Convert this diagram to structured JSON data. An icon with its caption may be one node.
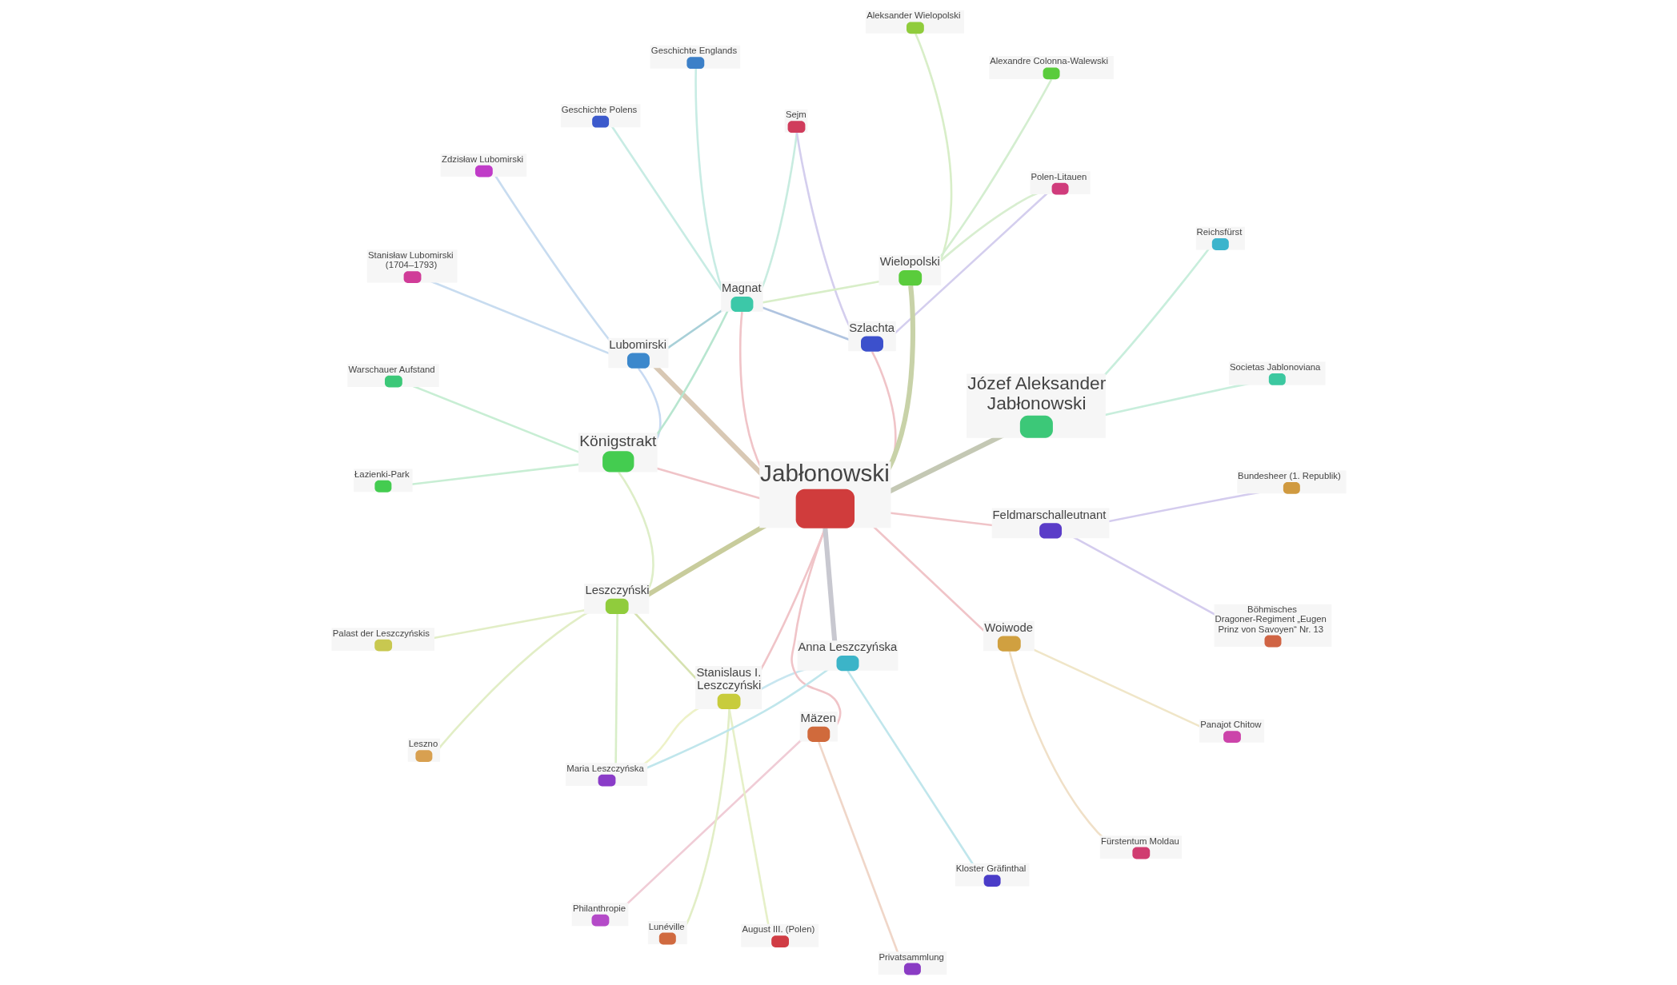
{
  "diagram": {
    "nodes": [
      {
        "text": [
          "Philanthropie"
        ]
      },
      {
        "text": [
          "Panajot Chitow"
        ]
      },
      {
        "text": [
          "Privatsammlung"
        ]
      },
      {
        "text": [
          "Fürstentum Moldau"
        ]
      },
      {
        "text": [
          "August III. (Polen)"
        ]
      },
      {
        "text": [
          "Bundesheer (1. Republik)"
        ]
      },
      {
        "text": [
          "Lunéville"
        ]
      },
      {
        "text": [
          "Böhmisches Dragoner-Regiment „Eugen Prinz von Savoyen“ Nr. 13"
        ]
      },
      {
        "text": [
          "Woiwode"
        ]
      },
      {
        "text": [
          "Mäzen"
        ]
      },
      {
        "text": [
          "Leszno"
        ]
      },
      {
        "text": [
          "Stanislaus I. Leszczyński"
        ]
      },
      {
        "text": [
          "Sejm"
        ]
      },
      {
        "text": [
          "Feldmarschalleutnant"
        ]
      },
      {
        "text": [
          "Palast der Leszczyńskis"
        ]
      },
      {
        "text": [
          "Leszczyński"
        ]
      },
      {
        "text": [
          "Polen-Litauen"
        ]
      },
      {
        "text": [
          "Szlachta"
        ]
      },
      {
        "text": [
          "Aleksander Wielopolski"
        ]
      },
      {
        "text": [
          "Jabłonowski"
        ]
      },
      {
        "text": [
          "Stanisław Lubomirski (1704–1793)"
        ]
      },
      {
        "text": [
          "Wielopolski"
        ]
      },
      {
        "text": [
          "Lubomirski"
        ]
      },
      {
        "text": [
          "Alexandre Colonna-Walewski"
        ]
      },
      {
        "text": [
          "Zdzisław Lubomirski"
        ]
      },
      {
        "text": [
          "Anna Leszczyńska"
        ]
      },
      {
        "text": [
          "Königstrakt"
        ]
      },
      {
        "text": [
          "Maria Leszczyńska"
        ]
      },
      {
        "text": [
          "Łazienki-Park"
        ]
      },
      {
        "text": [
          "Magnat"
        ]
      },
      {
        "text": [
          "Józef Aleksander Jabłonowski"
        ]
      },
      {
        "text": [
          "Kloster Gräfinthal"
        ]
      },
      {
        "text": [
          "Warschauer Aufstand"
        ]
      },
      {
        "text": [
          "Geschichte Polens"
        ]
      },
      {
        "text": [
          "Societas Jablonoviana"
        ]
      },
      {
        "text": [
          "Geschichte Englands"
        ]
      },
      {
        "text": [
          "Reichsfürst"
        ]
      }
    ],
    "edges": [
      {
        "from": 19,
        "to": 13,
        "arrow": "none",
        "color": "#f0c4c8"
      },
      {
        "from": 19,
        "to": 9,
        "arrow": "none",
        "color": "#f0c4c8"
      },
      {
        "from": 19,
        "to": 8,
        "arrow": "none",
        "color": "#f0c4c8"
      },
      {
        "from": 19,
        "to": 11,
        "arrow": "none",
        "color": "#f0c4c8"
      },
      {
        "from": 19,
        "to": 17,
        "arrow": "none",
        "color": "#f0c4c8"
      },
      {
        "from": 19,
        "to": 22,
        "arrow": "none",
        "style": "thick",
        "color": "#d8c8b4"
      },
      {
        "from": 19,
        "to": 15,
        "arrow": "none",
        "style": "thick",
        "color": "#c8cc9c"
      },
      {
        "from": 19,
        "to": 21,
        "arrow": "none",
        "style": "thick",
        "color": "#c8d2a8"
      },
      {
        "from": 19,
        "to": 26,
        "arrow": "none",
        "color": "#f0c4c8"
      },
      {
        "from": 19,
        "to": 30,
        "arrow": "none",
        "style": "thick",
        "color": "#c4c8b4"
      },
      {
        "from": 19,
        "to": 29,
        "arrow": "none",
        "color": "#f0c4c8"
      },
      {
        "from": 19,
        "to": 25,
        "arrow": "none",
        "style": "thick",
        "color": "#c8c8d0"
      },
      {
        "from": 13,
        "to": 5,
        "arrow": "none",
        "color": "#d4ccee"
      },
      {
        "from": 13,
        "to": 7,
        "arrow": "none",
        "color": "#d4ccee"
      },
      {
        "from": 9,
        "to": 2,
        "arrow": "none",
        "color": "#f0d6c8"
      },
      {
        "from": 9,
        "to": 0,
        "arrow": "none",
        "color": "#f0ccd6"
      },
      {
        "from": 8,
        "to": 1,
        "arrow": "none",
        "color": "#f0e6c8"
      },
      {
        "from": 8,
        "to": 3,
        "arrow": "none",
        "color": "#f0e0c8"
      },
      {
        "from": 11,
        "to": 4,
        "arrow": "none",
        "color": "#e6f0c8"
      },
      {
        "from": 11,
        "to": 6,
        "arrow": "none",
        "color": "#e2eec6"
      },
      {
        "from": 11,
        "to": 15,
        "arrow": "none",
        "color": "#d6e2b0"
      },
      {
        "from": 11,
        "to": 27,
        "arrow": "none",
        "color": "#eef2c8"
      },
      {
        "from": 11,
        "to": 25,
        "arrow": "none",
        "color": "#c8e6f0"
      },
      {
        "from": 15,
        "to": 10,
        "arrow": "none",
        "color": "#e2eec6"
      },
      {
        "from": 15,
        "to": 14,
        "arrow": "none",
        "color": "#e2eec6"
      },
      {
        "from": 15,
        "to": 26,
        "arrow": "none",
        "color": "#deeec8"
      },
      {
        "from": 15,
        "to": 27,
        "arrow": "none",
        "color": "#d8eec8"
      },
      {
        "from": 17,
        "to": 12,
        "arrow": "none",
        "color": "#d4ceee"
      },
      {
        "from": 17,
        "to": 16,
        "arrow": "none",
        "color": "#d4ceee"
      },
      {
        "from": 17,
        "to": 29,
        "arrow": "none",
        "color": "#b0c4e0"
      },
      {
        "from": 16,
        "to": 21,
        "arrow": "none",
        "color": "#d8eed0"
      },
      {
        "from": 12,
        "to": 29,
        "arrow": "none",
        "color": "#c8ece0"
      },
      {
        "from": 22,
        "to": 20,
        "arrow": "none",
        "color": "#c8dcf0"
      },
      {
        "from": 22,
        "to": 24,
        "arrow": "none",
        "color": "#c8dcf0"
      },
      {
        "from": 22,
        "to": 26,
        "arrow": "none",
        "color": "#c8daf2"
      },
      {
        "from": 22,
        "to": 29,
        "arrow": "none",
        "color": "#a8d0d8"
      },
      {
        "from": 21,
        "to": 18,
        "arrow": "none",
        "color": "#d8eec8"
      },
      {
        "from": 21,
        "to": 23,
        "arrow": "none",
        "color": "#d4eed0"
      },
      {
        "from": 21,
        "to": 29,
        "arrow": "none",
        "color": "#d8eec8"
      },
      {
        "from": 26,
        "to": 28,
        "arrow": "none",
        "color": "#c8eed4"
      },
      {
        "from": 26,
        "to": 32,
        "arrow": "none",
        "color": "#c8eed4"
      },
      {
        "from": 26,
        "to": 29,
        "arrow": "none",
        "color": "#b8e6d0"
      },
      {
        "from": 25,
        "to": 27,
        "arrow": "none",
        "color": "#c0e6ec"
      },
      {
        "from": 25,
        "to": 31,
        "arrow": "none",
        "color": "#c0e6ec"
      },
      {
        "from": 29,
        "to": 33,
        "arrow": "none",
        "color": "#c8ece4"
      },
      {
        "from": 29,
        "to": 35,
        "arrow": "none",
        "color": "#c8ece4"
      },
      {
        "from": 30,
        "to": 36,
        "arrow": "none",
        "color": "#c8eedc"
      },
      {
        "from": 30,
        "to": 34,
        "arrow": "none",
        "color": "#c8eedc"
      }
    ]
  }
}
